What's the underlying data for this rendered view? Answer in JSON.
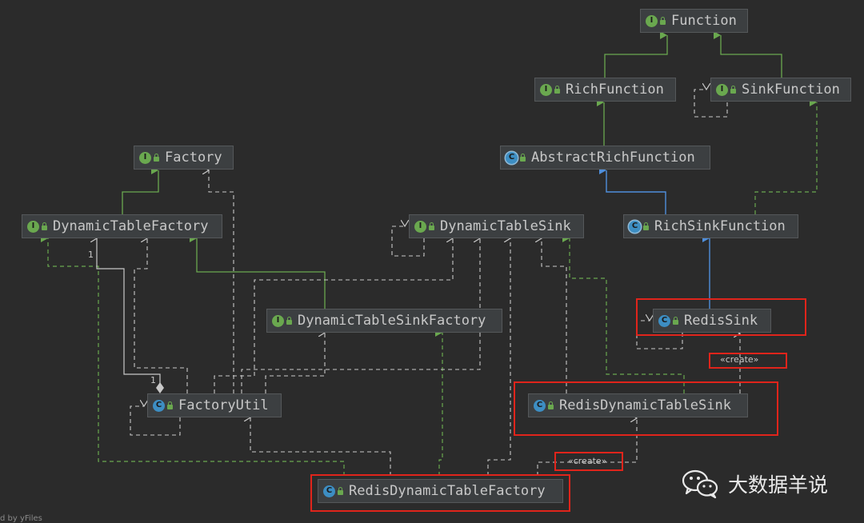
{
  "nodes": {
    "function": {
      "label": "Function",
      "kind": "I"
    },
    "rich_function": {
      "label": "RichFunction",
      "kind": "I"
    },
    "sink_function": {
      "label": "SinkFunction",
      "kind": "I"
    },
    "abstract_rich_function": {
      "label": "AbstractRichFunction",
      "kind": "C"
    },
    "factory": {
      "label": "Factory",
      "kind": "I"
    },
    "dynamic_table_factory": {
      "label": "DynamicTableFactory",
      "kind": "I"
    },
    "dynamic_table_sink": {
      "label": "DynamicTableSink",
      "kind": "I"
    },
    "rich_sink_function": {
      "label": "RichSinkFunction",
      "kind": "C"
    },
    "dynamic_table_sink_factory": {
      "label": "DynamicTableSinkFactory",
      "kind": "I"
    },
    "redis_sink": {
      "label": "RedisSink",
      "kind": "C"
    },
    "factory_util": {
      "label": "FactoryUtil",
      "kind": "C"
    },
    "redis_dynamic_table_sink": {
      "label": "RedisDynamicTableSink",
      "kind": "C"
    },
    "redis_dynamic_table_factory": {
      "label": "RedisDynamicTableFactory",
      "kind": "C"
    }
  },
  "stereotypes": {
    "create_sink": "«create»",
    "create_table_sink": "«create»"
  },
  "multiplicity": {
    "top": "1",
    "bottom": "1"
  },
  "icons": {
    "interface_badge": "I",
    "class_badge": "C"
  },
  "colors": {
    "interface": "#6aa84f",
    "class": "#3d8ec3",
    "highlight": "#e0241b"
  },
  "watermark": "大数据羊说",
  "footer": "d by yFiles"
}
